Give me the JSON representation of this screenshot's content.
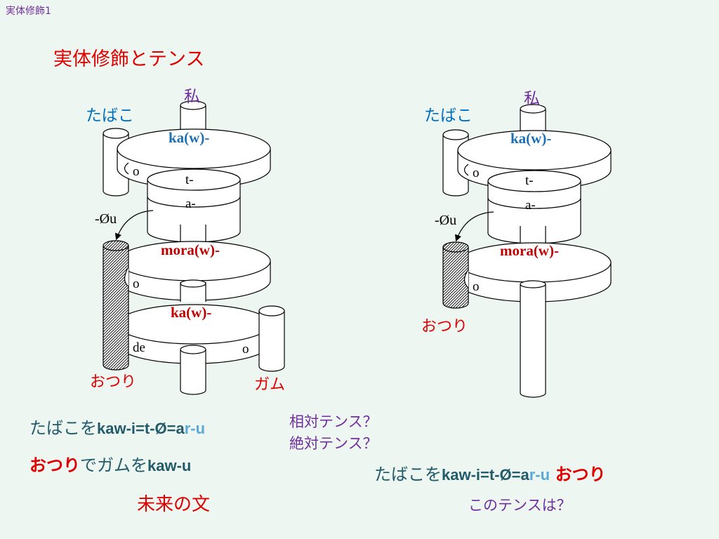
{
  "slide": {
    "corner_label": "実体修飾1",
    "title": "実体修飾とテンス"
  },
  "left_diagram": {
    "watashi": "私",
    "tabako": "たばこ",
    "top_disk": "ka(w)-",
    "o1": "o",
    "t": "t-",
    "a": "a-",
    "zero_u": "-Øu",
    "mid_disk": "mora(w)-",
    "o2": "o",
    "bottom_disk": "ka(w)-",
    "de": "de",
    "o3": "o",
    "otsuri": "おつり",
    "gamu": "ガム"
  },
  "right_diagram": {
    "watashi": "私",
    "tabako": "たばこ",
    "top_disk": "ka(w)-",
    "o1": "o",
    "t": "t-",
    "a": "a-",
    "zero_u": "-Øu",
    "mid_disk": "mora(w)-",
    "o2": "o",
    "otsuri": "おつり"
  },
  "sentence_left": {
    "line1_jp": "たばこを",
    "line1_form_a": "kaw-i=t-Ø=a",
    "line1_form_r": "r-u",
    "line2_red": "おつり",
    "line2_jp": "でガムを",
    "line2_form": "kaw-u",
    "caption": "未来の文"
  },
  "questions": {
    "q1": "相対テンス？",
    "q2": "絶対テンス？"
  },
  "sentence_right": {
    "jp": "たばこを",
    "form_a": "kaw-i=t-Ø=a",
    "form_r": "r-u",
    "red": "おつり",
    "caption": "このテンスは？"
  },
  "colors": {
    "background": "#eef6f1",
    "red": "#e00000",
    "purple": "#7030a0",
    "blue": "#0070c0",
    "teal": "#1f4e79"
  }
}
